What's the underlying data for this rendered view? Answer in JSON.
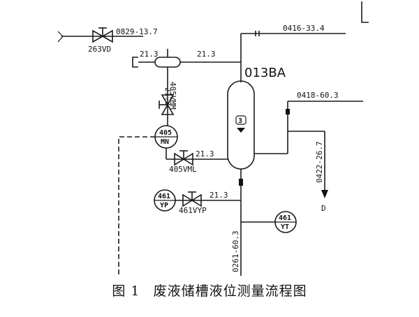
{
  "labels": {
    "line_0829": "0829-13.7",
    "valve_263vd": "263VD",
    "line_0416": "0416-33.4",
    "vessel": "013BA",
    "size_21_3_a": "21.3",
    "size_21_3_b": "21.3",
    "size_21_3_vert": "21.3",
    "valve_405vmm": "405VMM",
    "line_0418": "0418-60.3",
    "instr_405_top": "405",
    "instr_405_bot": "MN",
    "valve_405vml": "405VML",
    "size_21_3_c": "21.3",
    "line_0422": "0422-26.7",
    "instr_461yp_top": "461",
    "instr_461yp_bot": "YP",
    "valve_461vyp": "461VYP",
    "size_21_3_d": "21.3",
    "direction_d": "D",
    "instr_461yt_top": "461",
    "instr_461yt_bot": "YT",
    "line_0261": "0261-60.3",
    "level_number": "3"
  },
  "caption": {
    "figure_no": "图 1",
    "title": "废液储槽液位测量流程图"
  }
}
